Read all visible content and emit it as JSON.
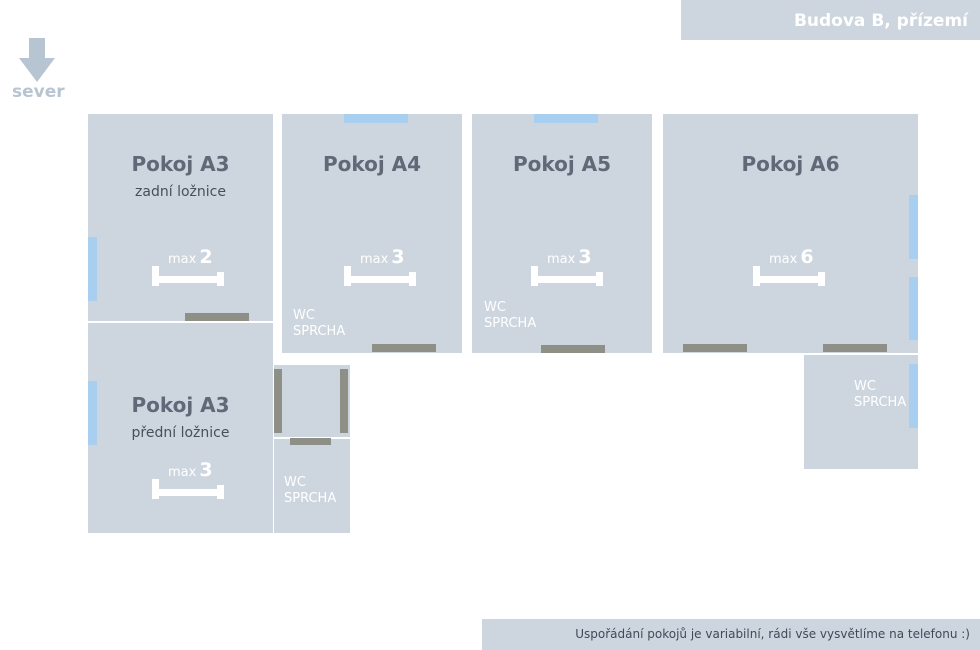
{
  "header": {
    "building_title": "Budova B, přízemí"
  },
  "compass": {
    "label": "sever",
    "icon": "arrow-down-icon"
  },
  "rooms": {
    "a3_back": {
      "title": "Pokoj A3",
      "subtitle": "zadní ložnice",
      "bed_prefix": "max",
      "beds": "2"
    },
    "a3_front": {
      "title": "Pokoj A3",
      "subtitle": "přední ložnice",
      "bed_prefix": "max",
      "beds": "3"
    },
    "a4": {
      "title": "Pokoj A4",
      "bed_prefix": "max",
      "beds": "3",
      "wc": "WC",
      "shower": "SPRCHA"
    },
    "a5": {
      "title": "Pokoj A5",
      "bed_prefix": "max",
      "beds": "3",
      "wc": "WC",
      "shower": "SPRCHA"
    },
    "a6": {
      "title": "Pokoj A6",
      "bed_prefix": "max",
      "beds": "6"
    },
    "a6_bath": {
      "wc": "WC",
      "shower": "SPRCHA"
    },
    "a3_bath": {
      "wc": "WC",
      "shower": "SPRCHA"
    }
  },
  "colors": {
    "room": "#cdd6df",
    "window": "#a9cff0",
    "door": "#8e8f86",
    "title": "#5f6977"
  },
  "footer": {
    "note": "Uspořádání pokojů je variabilní, rádi vše vysvětlíme na telefonu :)"
  }
}
